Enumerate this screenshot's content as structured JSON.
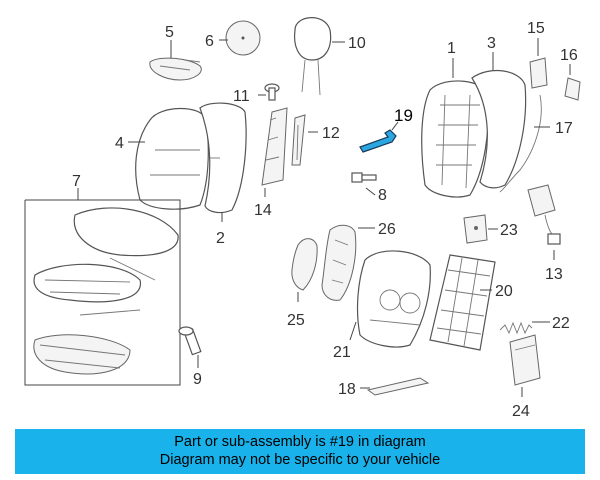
{
  "callouts": [
    "1",
    "2",
    "3",
    "4",
    "5",
    "6",
    "7",
    "8",
    "9",
    "10",
    "11",
    "12",
    "13",
    "14",
    "15",
    "16",
    "17",
    "18",
    "19",
    "20",
    "21",
    "22",
    "23",
    "24",
    "25",
    "26"
  ],
  "highlight_color": "#19b2ea",
  "footer": {
    "line1": "Part or sub-assembly is #19 in diagram",
    "line2": "Diagram may not be specific to your vehicle"
  }
}
